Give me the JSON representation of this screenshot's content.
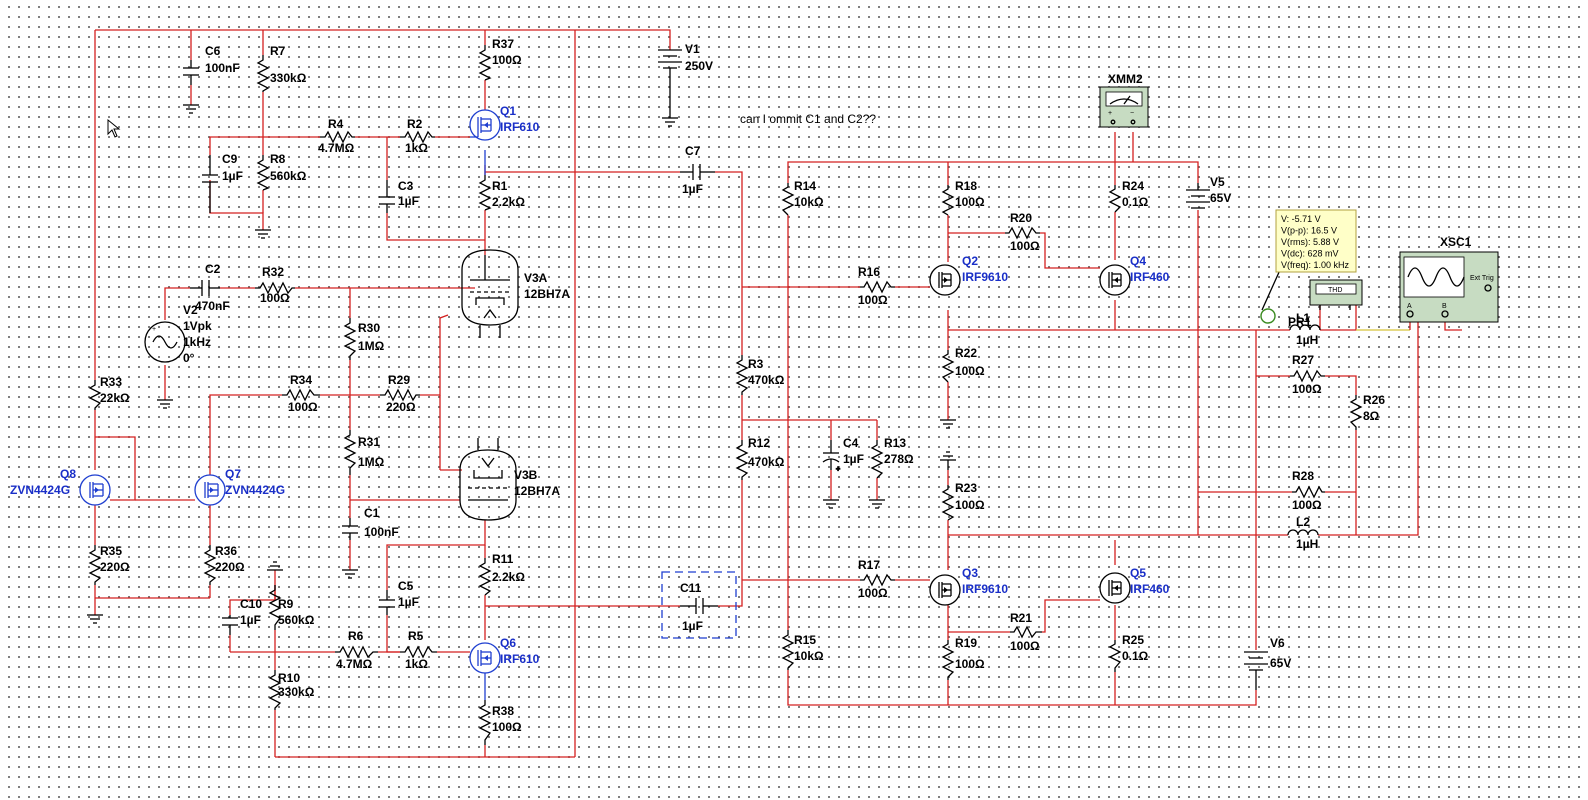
{
  "note": "can I ommit C1 and C2??",
  "probe_readout": [
    "V: -5.71 V",
    "V(p-p): 16.5 V",
    "V(rms): 5.88 V",
    "V(dc): 628 mV",
    "V(freq): 1.00 kHz"
  ],
  "instrument_labels": {
    "thd": "THD",
    "ext_trig": "Ext Trig",
    "xmm2": "XMM2",
    "xsc1": "XSC1"
  },
  "components": [
    {
      "ref": "C6",
      "value": "100nF"
    },
    {
      "ref": "R7",
      "value": "330kΩ"
    },
    {
      "ref": "R37",
      "value": "100Ω"
    },
    {
      "ref": "V1",
      "value": "250V"
    },
    {
      "ref": "R4",
      "value": "4.7MΩ"
    },
    {
      "ref": "R2",
      "value": "1kΩ"
    },
    {
      "ref": "Q1",
      "value": "IRF610",
      "blue": true
    },
    {
      "ref": "C9",
      "value": "1µF"
    },
    {
      "ref": "R8",
      "value": "560kΩ"
    },
    {
      "ref": "C3",
      "value": "1µF"
    },
    {
      "ref": "R1",
      "value": "2.2kΩ"
    },
    {
      "ref": "C7",
      "value": "1µF"
    },
    {
      "ref": "C2",
      "value": "470nF"
    },
    {
      "ref": "R32",
      "value": "100Ω"
    },
    {
      "ref": "V3A",
      "value": "12BH7A"
    },
    {
      "ref": "V2",
      "value": "1Vpk",
      "extra": [
        "1kHz",
        "0°"
      ]
    },
    {
      "ref": "R30",
      "value": "1MΩ"
    },
    {
      "ref": "R33",
      "value": "22kΩ"
    },
    {
      "ref": "R34",
      "value": "100Ω"
    },
    {
      "ref": "R29",
      "value": "220Ω"
    },
    {
      "ref": "R31",
      "value": "1MΩ"
    },
    {
      "ref": "V3B",
      "value": "12BH7A"
    },
    {
      "ref": "Q8",
      "value": "ZVN4424G",
      "blue": true
    },
    {
      "ref": "Q7",
      "value": "ZVN4424G",
      "blue": true
    },
    {
      "ref": "C1",
      "value": "100nF"
    },
    {
      "ref": "R11",
      "value": "2.2kΩ"
    },
    {
      "ref": "R35",
      "value": "220Ω"
    },
    {
      "ref": "R36",
      "value": "220Ω"
    },
    {
      "ref": "C5",
      "value": "1µF"
    },
    {
      "ref": "C10",
      "value": "1µF"
    },
    {
      "ref": "R9",
      "value": "560kΩ"
    },
    {
      "ref": "C11",
      "value": "1µF"
    },
    {
      "ref": "R6",
      "value": "4.7MΩ"
    },
    {
      "ref": "R5",
      "value": "1kΩ"
    },
    {
      "ref": "Q6",
      "value": "IRF610",
      "blue": true
    },
    {
      "ref": "R10",
      "value": "330kΩ"
    },
    {
      "ref": "R38",
      "value": "100Ω"
    },
    {
      "ref": "R14",
      "value": "10kΩ"
    },
    {
      "ref": "R18",
      "value": "100Ω"
    },
    {
      "ref": "R24",
      "value": "0.1Ω"
    },
    {
      "ref": "V5",
      "value": "65V"
    },
    {
      "ref": "R20",
      "value": "100Ω"
    },
    {
      "ref": "Q2",
      "value": "IRF9610",
      "blue": true
    },
    {
      "ref": "Q4",
      "value": "IRF460",
      "blue": true
    },
    {
      "ref": "R16",
      "value": "100Ω"
    },
    {
      "ref": "L1",
      "value": "1µH"
    },
    {
      "ref": "PR1",
      "value": ""
    },
    {
      "ref": "R3",
      "value": "470kΩ"
    },
    {
      "ref": "R22",
      "value": "100Ω"
    },
    {
      "ref": "R27",
      "value": "100Ω"
    },
    {
      "ref": "R26",
      "value": "8Ω"
    },
    {
      "ref": "C4",
      "value": "1µF"
    },
    {
      "ref": "R13",
      "value": "278Ω"
    },
    {
      "ref": "R12",
      "value": "470kΩ"
    },
    {
      "ref": "R23",
      "value": "100Ω"
    },
    {
      "ref": "R28",
      "value": "100Ω"
    },
    {
      "ref": "L2",
      "value": "1µH"
    },
    {
      "ref": "R17",
      "value": "100Ω"
    },
    {
      "ref": "Q3",
      "value": "IRF9610",
      "blue": true
    },
    {
      "ref": "Q5",
      "value": "IRF460",
      "blue": true
    },
    {
      "ref": "R21",
      "value": "100Ω"
    },
    {
      "ref": "R15",
      "value": "10kΩ"
    },
    {
      "ref": "R19",
      "value": "100Ω"
    },
    {
      "ref": "R25",
      "value": "0.1Ω"
    },
    {
      "ref": "V6",
      "value": "65V"
    }
  ]
}
